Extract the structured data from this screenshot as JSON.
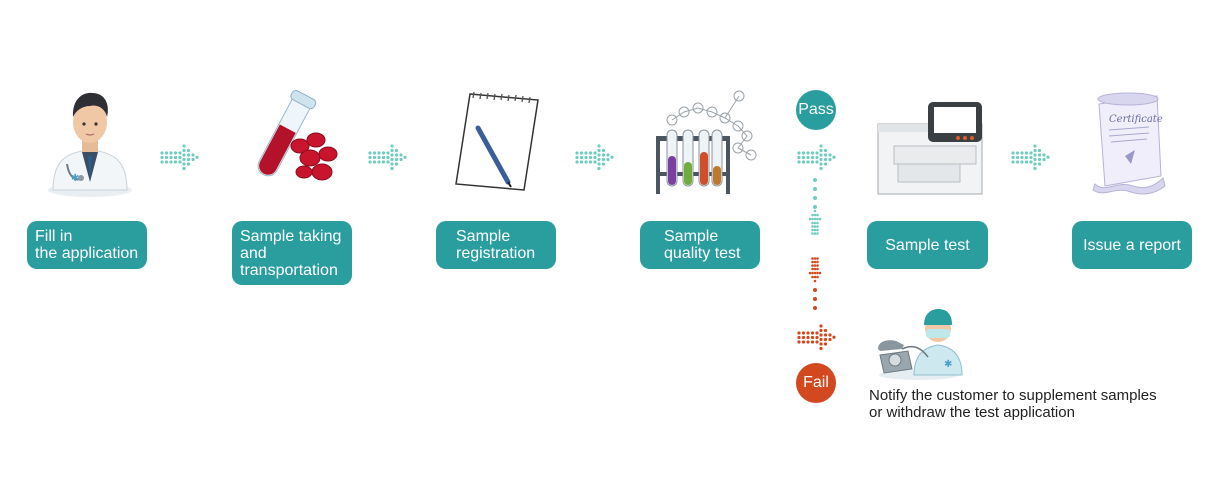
{
  "steps": [
    {
      "label": "Fill in\nthe application",
      "icon": "doctor-icon"
    },
    {
      "label": "Sample taking\nand\ntransportation",
      "icon": "blood-test-tube-icon"
    },
    {
      "label": "Sample\nregistration",
      "icon": "notepad-pen-icon"
    },
    {
      "label": "Sample\nquality test",
      "icon": "lab-test-tubes-molecule-icon"
    },
    {
      "label": "Sample test",
      "icon": "lab-analyzer-machine-icon"
    },
    {
      "label": "Issue a report",
      "icon": "certificate-scroll-icon"
    }
  ],
  "branches": {
    "pass": "Pass",
    "fail": "Fail"
  },
  "fail_note": {
    "text": "Notify the customer to supplement samples or withdraw the test application",
    "icon": "doctor-telephone-icon"
  },
  "colors": {
    "teal": "#2a9d9f",
    "arrow_teal": "#6fcdc0",
    "fail_orange": "#d2481f"
  }
}
